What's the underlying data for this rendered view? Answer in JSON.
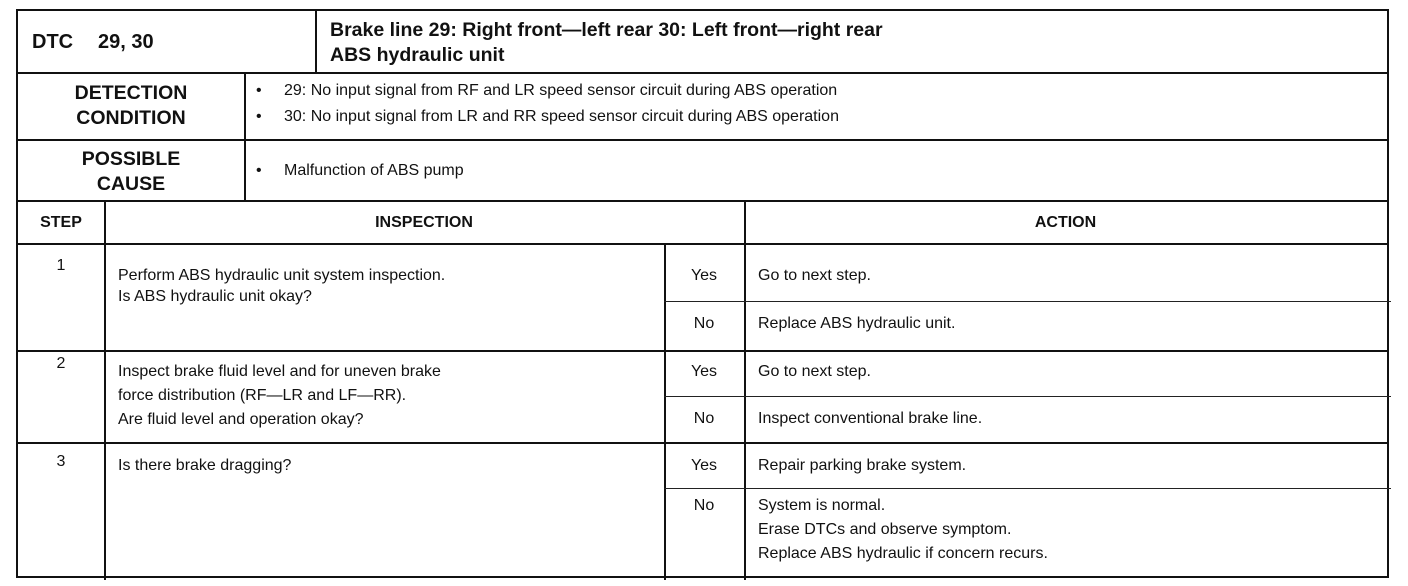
{
  "header": {
    "dtc_label": "DTC",
    "dtc_codes": "29, 30",
    "title_line1": "Brake line 29: Right front—left rear 30: Left front—right rear",
    "title_line2": "ABS hydraulic unit"
  },
  "detection": {
    "label_line1": "DETECTION",
    "label_line2": "CONDITION",
    "items": [
      "29: No input signal from RF and LR speed sensor circuit during ABS operation",
      "30: No input signal from LR and RR speed sensor circuit during ABS operation"
    ]
  },
  "cause": {
    "label_line1": "POSSIBLE",
    "label_line2": "CAUSE",
    "items": [
      "Malfunction of ABS pump"
    ]
  },
  "columns": {
    "step": "STEP",
    "inspection": "INSPECTION",
    "action": "ACTION"
  },
  "bullet": "•",
  "steps": [
    {
      "number": "1",
      "inspection": [
        "Perform ABS hydraulic unit system inspection.",
        "Is ABS hydraulic unit okay?"
      ],
      "yes_label": "Yes",
      "yes_action": [
        "Go to next step."
      ],
      "no_label": "No",
      "no_action": [
        "Replace ABS hydraulic unit."
      ]
    },
    {
      "number": "2",
      "inspection": [
        "Inspect brake fluid level and for uneven brake",
        "force distribution (RF—LR and LF—RR).",
        "Are fluid level and operation okay?"
      ],
      "yes_label": "Yes",
      "yes_action": [
        "Go to next step."
      ],
      "no_label": "No",
      "no_action": [
        "Inspect conventional brake line."
      ]
    },
    {
      "number": "3",
      "inspection": [
        "Is there brake dragging?"
      ],
      "yes_label": "Yes",
      "yes_action": [
        "Repair parking brake system."
      ],
      "no_label": "No",
      "no_action": [
        "System is normal.",
        "Erase DTCs and observe symptom.",
        "Replace ABS hydraulic if concern recurs."
      ]
    }
  ]
}
